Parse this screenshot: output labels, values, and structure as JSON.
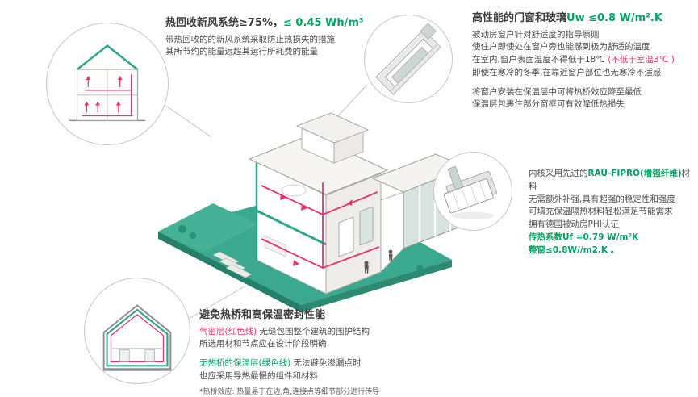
{
  "colors": {
    "green": "#00a362",
    "red": "#e8336d",
    "teal": "#3aa98f",
    "text_dark": "#3c3c3c",
    "text_body": "#4b4b4b"
  },
  "ventilation": {
    "title_main": "热回收新风系统≥75%，",
    "title_value": "≤ 0.45 Wh/m³",
    "line1": "带热回收的的新风系统采取防止热损失的措施",
    "line2": "其所节约的能量远超其运行所耗费的能量"
  },
  "glazing": {
    "title_main": "高性能的门窗和玻璃",
    "title_value": "Uw ≤0.8 W/m².K",
    "line1": "被动房窗户针对舒适度的指导原则",
    "line2": "使住户即使处在窗户旁也能感到极为舒适的温度",
    "line3_pre": "在室内,窗户表面温度不得低于18℃ ",
    "line3_red": "(不低于室温3℃ )",
    "line4": "即使在寒冷的冬季,在靠近窗户部位也无寒冷不适感",
    "line5": "将窗户安装在保温层中可将热桥效应降至最低",
    "line6": "保温层包裹住部分窗框可有效降低热损失"
  },
  "profile": {
    "line1_pre": "内核采用先进的",
    "line1_green": "RAU-FIPRO(增强纤维)",
    "line1_post": "材料",
    "line2": "无需额外补强,具有超强的稳定性和强度",
    "line3": "可填充保温隔热材料轻松满足节能需求",
    "line4": "拥有德国被动房PHI认证",
    "line5": "传热系数Uf =0.79 W/m²K",
    "line6": "整窗≤0.8W//m2.K 。"
  },
  "thermal": {
    "title": "避免热桥和高保温密封性能",
    "line1_red": "气密层(红色线)",
    "line1_rest": " 无缝包围整个建筑的围护结构",
    "line2": "所选用材和节点应在设计阶段明确",
    "line3_green": "无热桥的保温层(绿色线)",
    "line3_rest": " 无法避免渗漏点时",
    "line4": "也应采用导热最慢的组件和材料",
    "footnote": "*热桥效应: 热量易于在边,角,连接点等细节部分进行传导"
  }
}
